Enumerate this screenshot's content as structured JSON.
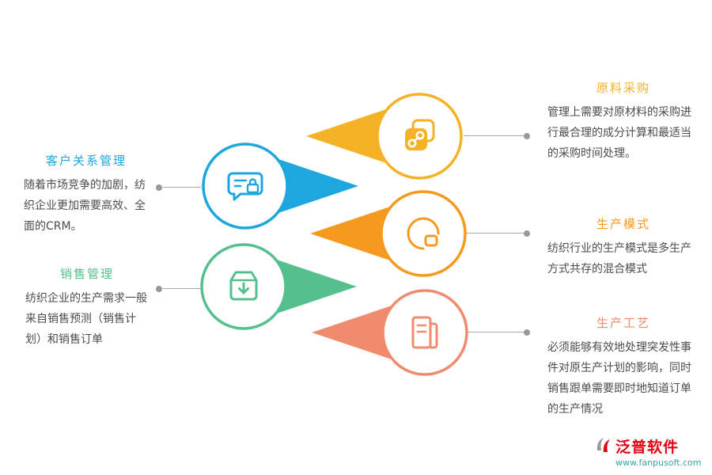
{
  "items": [
    {
      "title": "原料采购",
      "body": "管理上需要对原材料的采购进行最合理的成分计算和最适当的采购时间处理。",
      "color": "#F5B226",
      "icon": "link-icon",
      "side": "right"
    },
    {
      "title": "客户关系管理",
      "body": "随着市场竞争的加剧，纺织企业更加需要高效、全面的CRM。",
      "color": "#1DA7DE",
      "icon": "chat-lock-icon",
      "side": "left"
    },
    {
      "title": "生产模式",
      "body": "纺织行业的生产模式是多生产方式共存的混合模式",
      "color": "#F6991F",
      "icon": "pie-chart-icon",
      "side": "right"
    },
    {
      "title": "销售管理",
      "body": "纺织企业的生产需求一般来自销售预测（销售计划）和销售订单",
      "color": "#55C08D",
      "icon": "box-download-icon",
      "side": "left"
    },
    {
      "title": "生产工艺",
      "body": "必须能够有效地处理突发性事件对原生产计划的影响，同时销售跟单需要即时地知道订单的生产情况",
      "color": "#F08B6E",
      "icon": "document-icon",
      "side": "right"
    }
  ],
  "logo": {
    "brand": "泛普软件",
    "website": "www.fanpusoft.com",
    "brand_color": "#E60012",
    "website_color": "#3AA79E"
  }
}
